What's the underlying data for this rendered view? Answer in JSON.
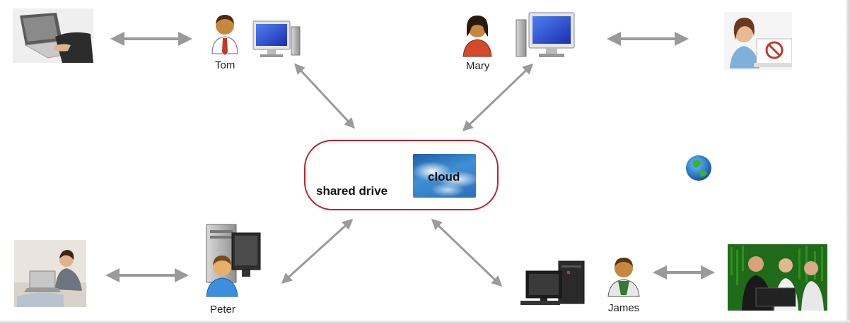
{
  "people": {
    "tom": "Tom",
    "mary": "Mary",
    "peter": "Peter",
    "james": "James"
  },
  "hub": {
    "shared_drive": "shared drive",
    "cloud": "cloud"
  },
  "colors": {
    "hub_border": "#c21f2a",
    "arrow": "#9a9a9a",
    "person_skin": "#c8873f",
    "person_shirt_blue": "#3b8fe0",
    "person_shirt_red": "#d24a2a",
    "monitor_screen": "#2b4fd6"
  }
}
